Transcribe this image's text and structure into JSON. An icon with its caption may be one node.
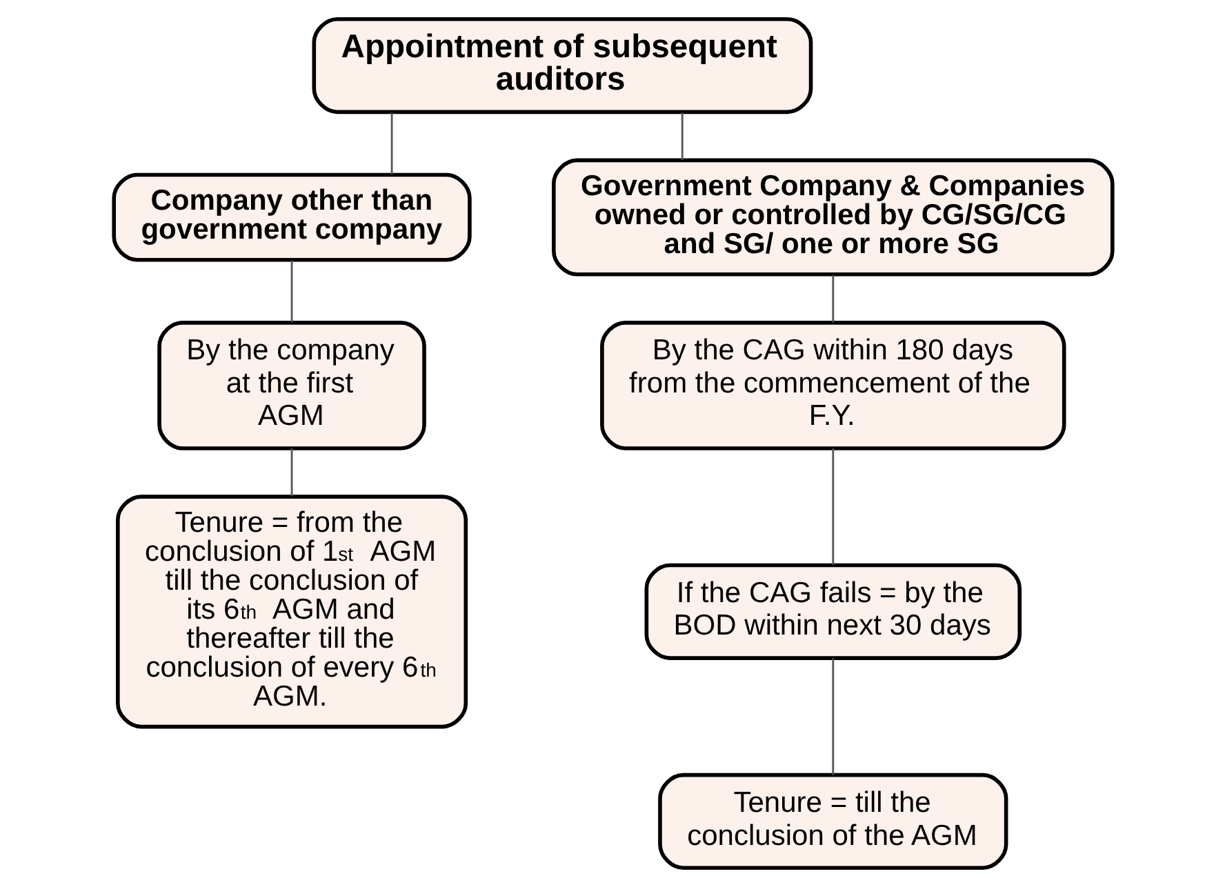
{
  "diagram": {
    "nodes": [
      {
        "text": [
          "Appointment of subsequent auditors"
        ]
      },
      {
        "text": [
          "Company other than government company"
        ]
      },
      {
        "text": [
          "Government Company & Companies owned or controlled by CG/SG/CG and SG/ one or more SG"
        ]
      },
      {
        "text": [
          "By the company at the first AGM"
        ]
      },
      {
        "text": [
          "Tenure = from the conclusion of 1$^{st}$ AGM till the conclusion of its 6$^{th}$ AGM and thereafter till the conclusion of every 6$^{th}$ AGM."
        ]
      },
      {
        "text": [
          "By the CAG within 180 days from the commencement of the F.Y."
        ]
      },
      {
        "text": [
          "If the CAG fails = by the BOD within next 30 days"
        ]
      },
      {
        "text": [
          "Tenure = till the conclusion of the AGM"
        ]
      }
    ],
    "edges": [
      {
        "from": 0,
        "to": 1,
        "arrow": "none"
      },
      {
        "from": 0,
        "to": 2,
        "arrow": "none"
      },
      {
        "from": 1,
        "to": 3,
        "arrow": "none"
      },
      {
        "from": 3,
        "to": 4,
        "arrow": "none"
      },
      {
        "from": 2,
        "to": 5,
        "arrow": "none"
      },
      {
        "from": 5,
        "to": 6,
        "arrow": "none"
      },
      {
        "from": 6,
        "to": 7,
        "arrow": "none"
      }
    ]
  }
}
